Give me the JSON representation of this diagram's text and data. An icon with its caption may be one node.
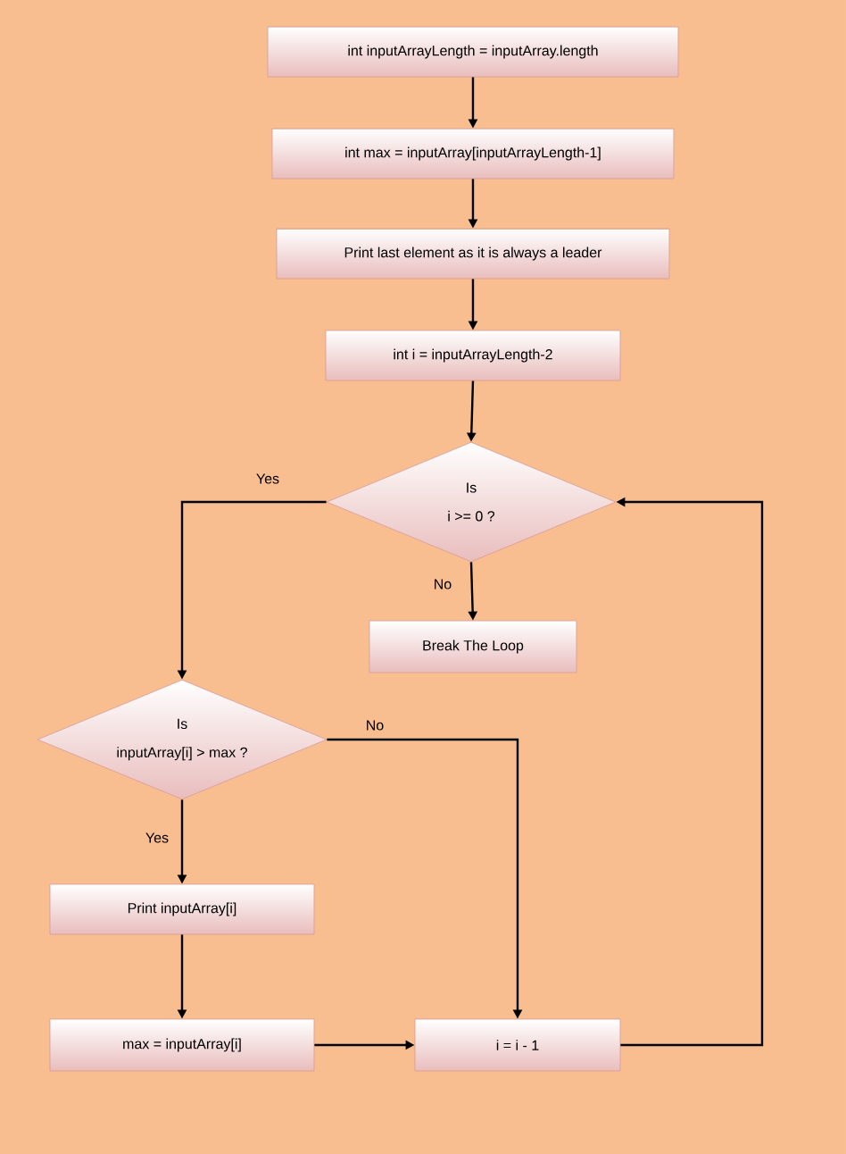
{
  "diagram": {
    "nodes": [
      {
        "text": [
          "int inputArrayLength = inputArray.length"
        ]
      },
      {
        "text": [
          "int max = inputArray[inputArrayLength-1]"
        ]
      },
      {
        "text": [
          "Print last element as it is always a leader"
        ]
      },
      {
        "text": [
          "int i = inputArrayLength-2"
        ]
      },
      {
        "text": [
          "Is",
          "i >= 0 ?"
        ]
      },
      {
        "text": [
          "Break The Loop"
        ]
      },
      {
        "text": [
          "Is",
          "inputArray[i] > max ?"
        ]
      },
      {
        "text": [
          "Print inputArray[i]"
        ]
      },
      {
        "text": [
          "max = inputArray[i]"
        ]
      },
      {
        "text": [
          "i = i - 1"
        ]
      }
    ],
    "edges": [
      {
        "from": 0,
        "to": 1,
        "arrow": "to"
      },
      {
        "from": 1,
        "to": 2,
        "arrow": "to"
      },
      {
        "from": 2,
        "to": 3,
        "arrow": "to"
      },
      {
        "from": 3,
        "to": 4,
        "arrow": "to"
      },
      {
        "from": 4,
        "to": 6,
        "arrow": "to",
        "label": "Yes"
      },
      {
        "from": 4,
        "to": 5,
        "arrow": "to",
        "label": "No"
      },
      {
        "from": 6,
        "to": 7,
        "arrow": "to",
        "label": "Yes"
      },
      {
        "from": 6,
        "to": 9,
        "arrow": "to",
        "label": "No"
      },
      {
        "from": 7,
        "to": 8,
        "arrow": "to"
      },
      {
        "from": 8,
        "to": 9,
        "arrow": "to"
      },
      {
        "from": 9,
        "to": 4,
        "arrow": "to"
      }
    ]
  }
}
